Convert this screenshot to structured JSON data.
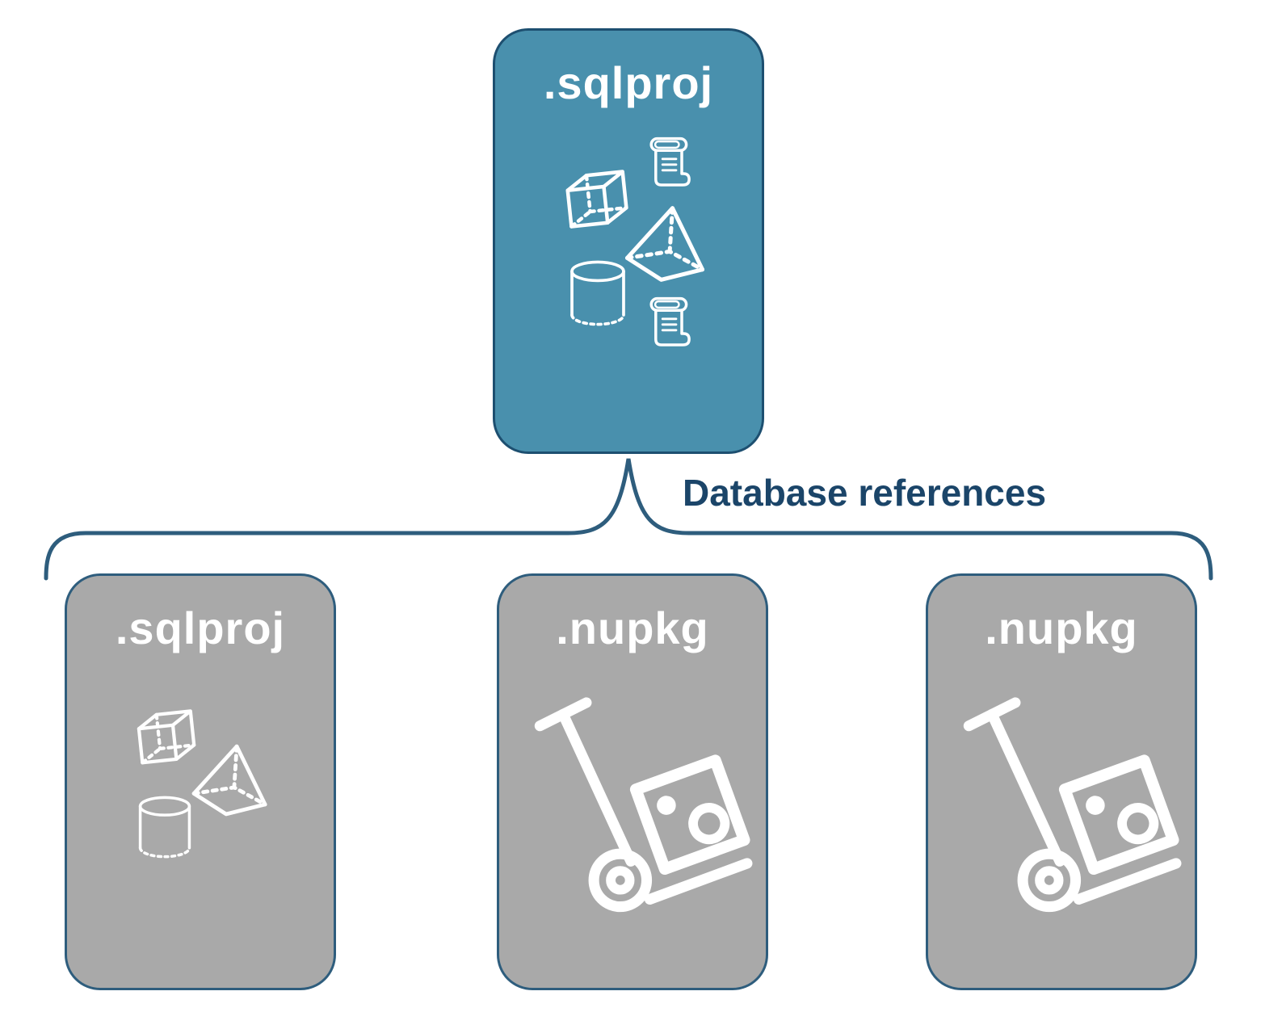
{
  "diagram": {
    "root": {
      "label": ".sqlproj",
      "icons": [
        "script-scroll-icon",
        "cube-icon",
        "pyramid-icon",
        "cylinder-icon",
        "script-scroll-icon"
      ]
    },
    "connector_label": "Database references",
    "children": [
      {
        "label": ".sqlproj",
        "icons": [
          "cube-icon",
          "pyramid-icon",
          "cylinder-icon"
        ]
      },
      {
        "label": ".nupkg",
        "icons": [
          "package-dolly-icon"
        ]
      },
      {
        "label": ".nupkg",
        "icons": [
          "package-dolly-icon"
        ]
      }
    ],
    "colors": {
      "root_fill": "#4990ad",
      "root_border": "#1d4f70",
      "child_fill": "#a9a9a9",
      "child_border": "#2e5d7d",
      "box_label": "#ffffff",
      "connector": "#2e5d7d",
      "connector_label": "#1b4569",
      "background": "#ffffff"
    }
  }
}
